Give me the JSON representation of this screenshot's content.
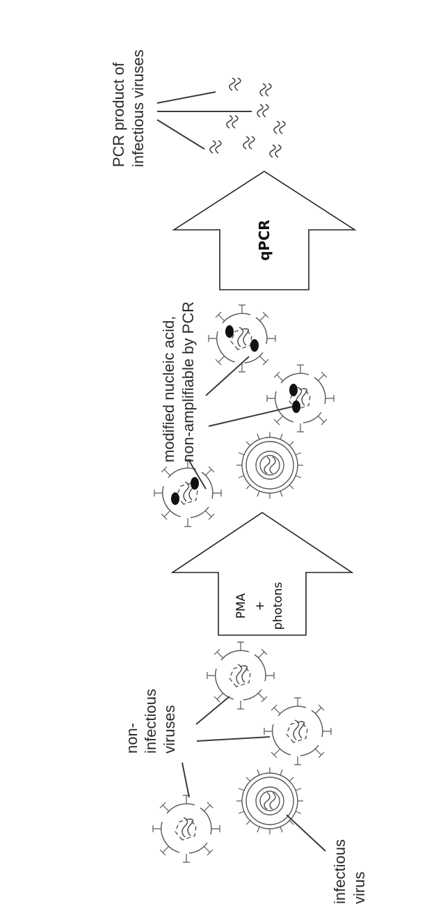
{
  "labels": {
    "non_infectious": "non-\ninfectious\nviruses",
    "infectious_virus": "infectious\nvirus",
    "modified_nucleic_acid": "modified nucleic acid,\nnon-amplifiable by PCR",
    "pcr_product": "PCR product of\ninfectious viruses"
  },
  "arrows": {
    "pma": "PMA\n+\nphotons",
    "qpcr": "qPCR"
  },
  "icons": {
    "virus": "virus-icon",
    "modified_virus": "pma-modified-virus-icon",
    "pcr_product": "pcr-product-icon"
  }
}
